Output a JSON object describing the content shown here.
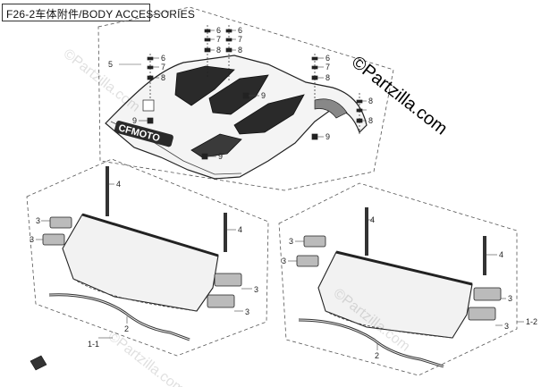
{
  "page_title": "F26-2车体附件/BODY ACCESSORIES",
  "watermark_text": "©Partzilla.com",
  "hood_brand": "CFMOTO",
  "callouts": {
    "c5": "5",
    "c6a": "6",
    "c7a": "7",
    "c8a": "8",
    "c6b": "6",
    "c7b": "7",
    "c8b": "8",
    "c6c": "6",
    "c7c": "7",
    "c8c": "8",
    "c6d": "6",
    "c7d": "7",
    "c8d": "8",
    "c8e": "8",
    "c8f": "8",
    "c9a": "9",
    "c9b": "9",
    "c9c": "9",
    "c9d": "9",
    "c4a": "4",
    "c4b": "4",
    "c4c": "4",
    "c4d": "4",
    "c3a": "3",
    "c3b": "3",
    "c3c": "3",
    "c3d": "3",
    "c3e": "3",
    "c3f": "3",
    "c3g": "3",
    "c3h": "3",
    "c2a": "2",
    "c2b": "2",
    "c1_1": "1-1",
    "c1_2": "1-2"
  }
}
